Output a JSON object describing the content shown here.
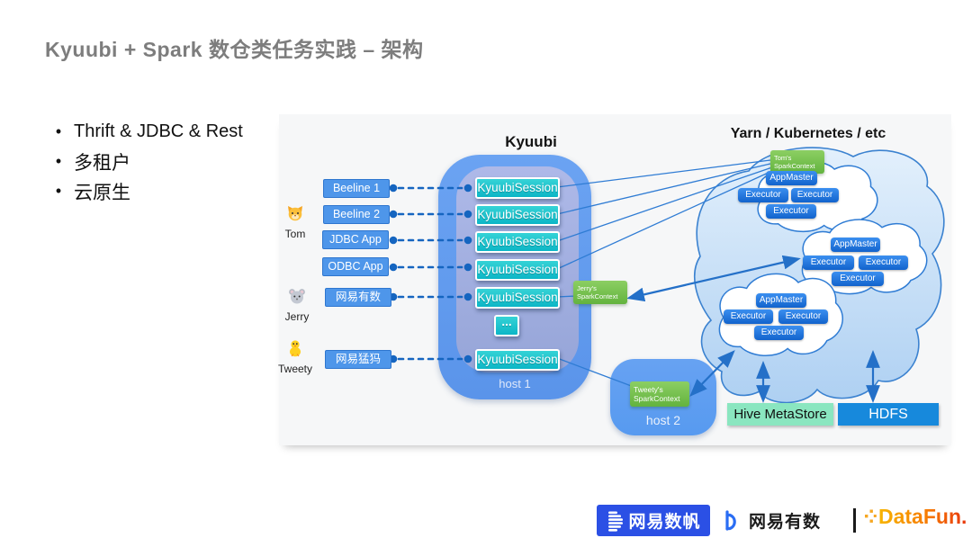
{
  "slide": {
    "title": "Kyuubi + Spark 数仓类任务实践 – 架构",
    "bullets": [
      "Thrift & JDBC & Rest",
      "多租户",
      "云原生"
    ]
  },
  "diagram": {
    "kyuubi_label": "Kyuubi",
    "yarn_label": "Yarn / Kubernetes / etc",
    "host1_label": "host 1",
    "host2_label": "host 2",
    "ellipsis": "...",
    "users": [
      {
        "name": "Tom",
        "icon": "cat-icon"
      },
      {
        "name": "Jerry",
        "icon": "mouse-icon"
      },
      {
        "name": "Tweety",
        "icon": "chick-icon"
      }
    ],
    "clients": [
      "Beeline 1",
      "Beeline 2",
      "JDBC App",
      "ODBC App",
      "网易有数",
      "网易猛犸"
    ],
    "sessions": [
      "KyuubiSession",
      "KyuubiSession",
      "KyuubiSession",
      "KyuubiSession",
      "KyuubiSession",
      "KyuubiSession"
    ],
    "spark_contexts": [
      {
        "line1": "Tom's",
        "line2": "SparkContext"
      },
      {
        "line1": "Jerry's",
        "line2": "SparkContext"
      },
      {
        "line1": "Tweety's",
        "line2": "SparkContext"
      }
    ],
    "clusters": [
      {
        "chips": [
          "AppMaster",
          "Executor",
          "Executor",
          "Executor"
        ]
      },
      {
        "chips": [
          "AppMaster",
          "Executor",
          "Executor",
          "Executor"
        ]
      },
      {
        "chips": [
          "AppMaster",
          "Executor",
          "Executor",
          "Executor"
        ]
      }
    ],
    "storage": {
      "metastore": "Hive MetaStore",
      "hdfs": "HDFS"
    }
  },
  "footer": {
    "shufan": "网易数帆",
    "youshu": "网易有数",
    "separator": "|",
    "datafun": "DataFun."
  },
  "colors": {
    "title_gray": "#7d7d7d",
    "client_blue": "#4e96ea",
    "session_teal": "#14c0cb",
    "kyuubi_outer": "#5f9cf0",
    "kyuubi_inner": "#9fadde",
    "green_context": "#6cbf45",
    "chip_blue": "#1f6fd6",
    "cloud_outline": "#2f7cd4",
    "hive_green": "#8ae6c0",
    "hdfs_blue": "#1789dc",
    "shufan_blue": "#2b50e5",
    "datafun_orange": "#f77b00"
  }
}
